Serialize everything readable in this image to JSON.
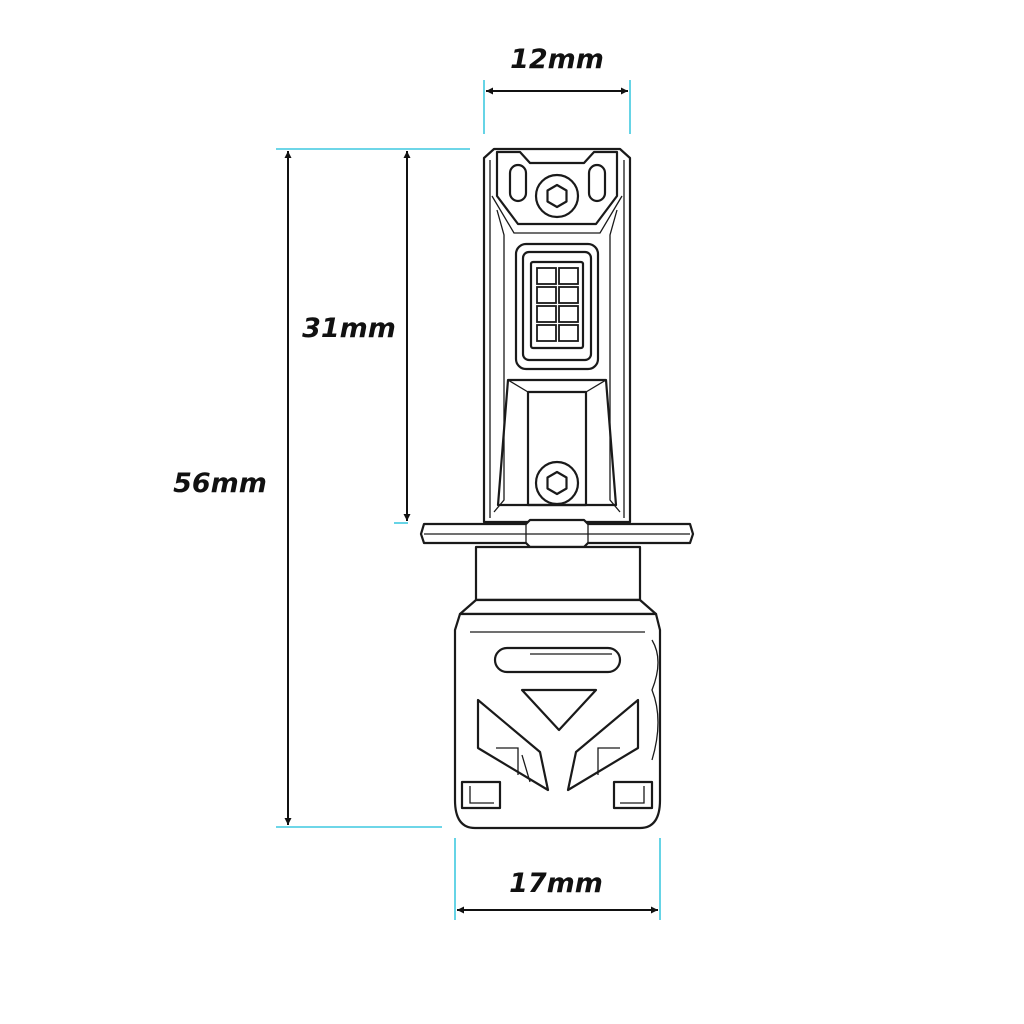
{
  "dimensions": {
    "top_width": "12mm",
    "bottom_width": "17mm",
    "upper_height": "31mm",
    "total_height": "56mm"
  },
  "colors": {
    "extension_line": "#3fc9e0",
    "outline": "#1a1a1a",
    "arrow": "#111111",
    "background": "#ffffff"
  }
}
